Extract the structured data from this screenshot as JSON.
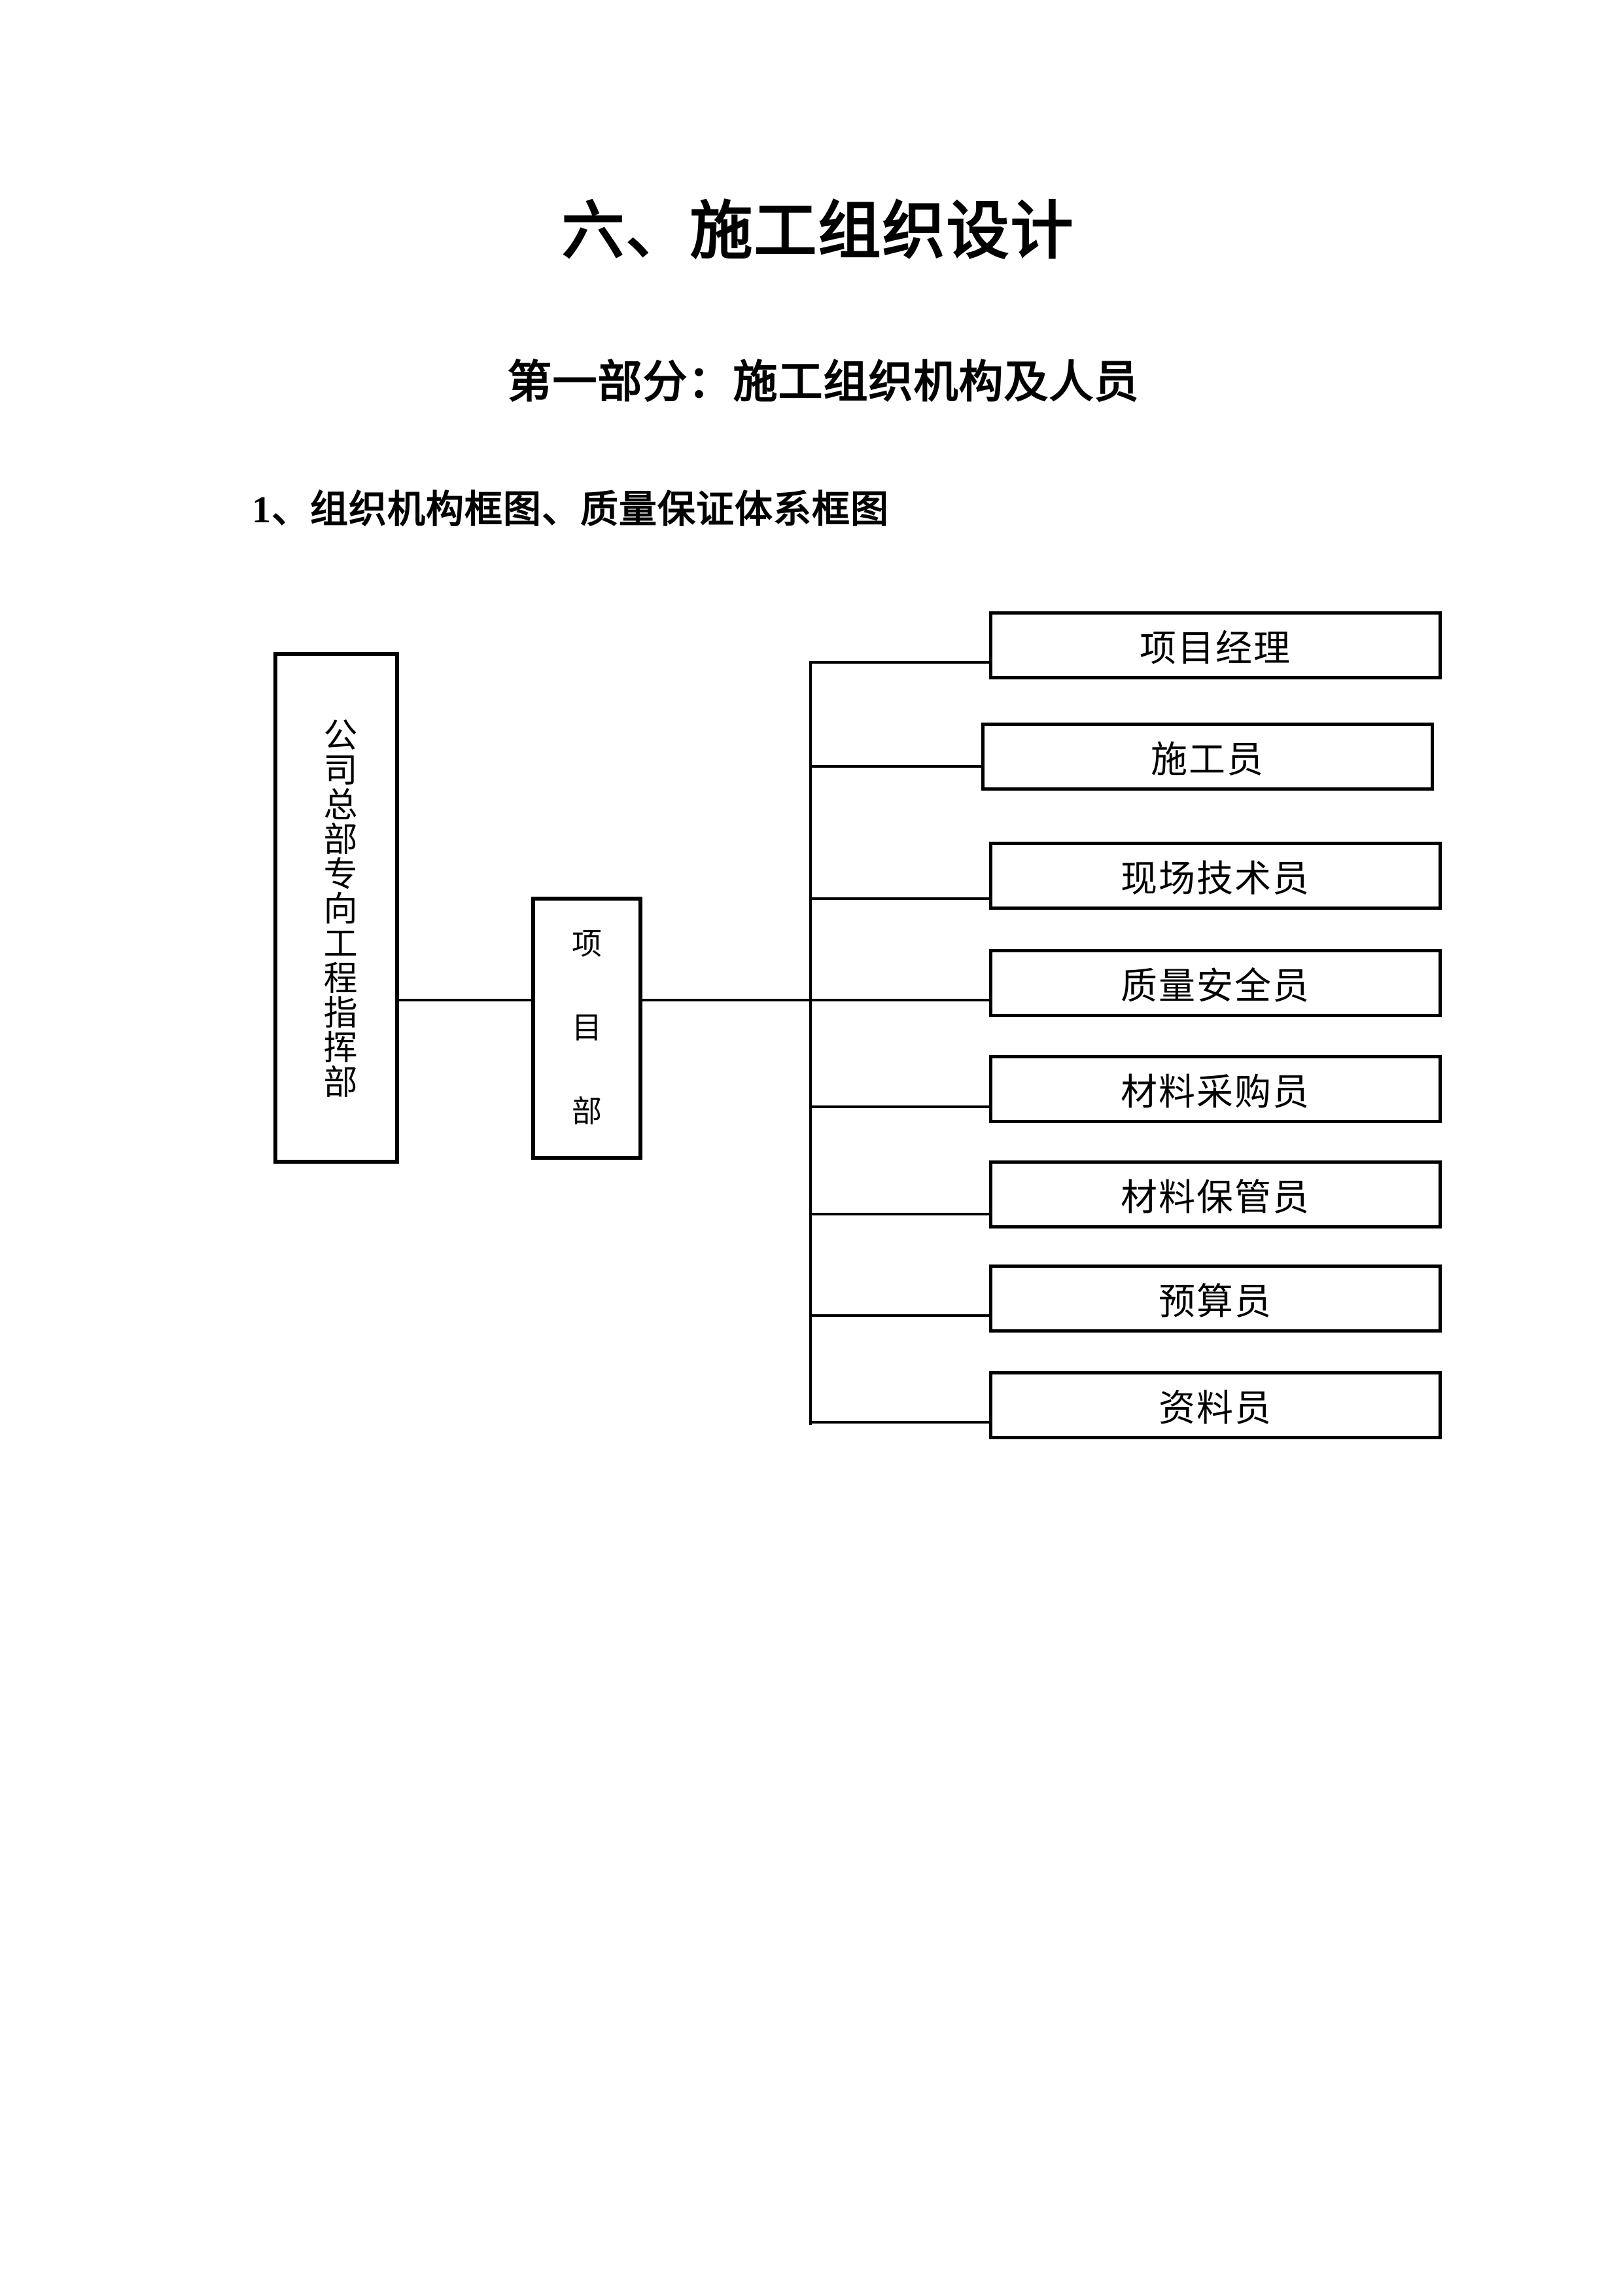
{
  "page": {
    "title": "六、施工组织设计",
    "subtitle": "第一部分：施工组织机构及人员",
    "section_heading": "1、组织机构框图、质量保证体系框图"
  },
  "org_chart": {
    "root": "公司总部专向工程指挥部",
    "middle": "项目部",
    "middle_chars": [
      "项",
      "目",
      "部"
    ],
    "children": [
      "项目经理",
      "施工员",
      "现场技术员",
      "质量安全员",
      "材料采购员",
      "材料保管员",
      "预算员",
      "资料员"
    ]
  },
  "colors": {
    "ink": "#000000",
    "paper": "#ffffff"
  }
}
